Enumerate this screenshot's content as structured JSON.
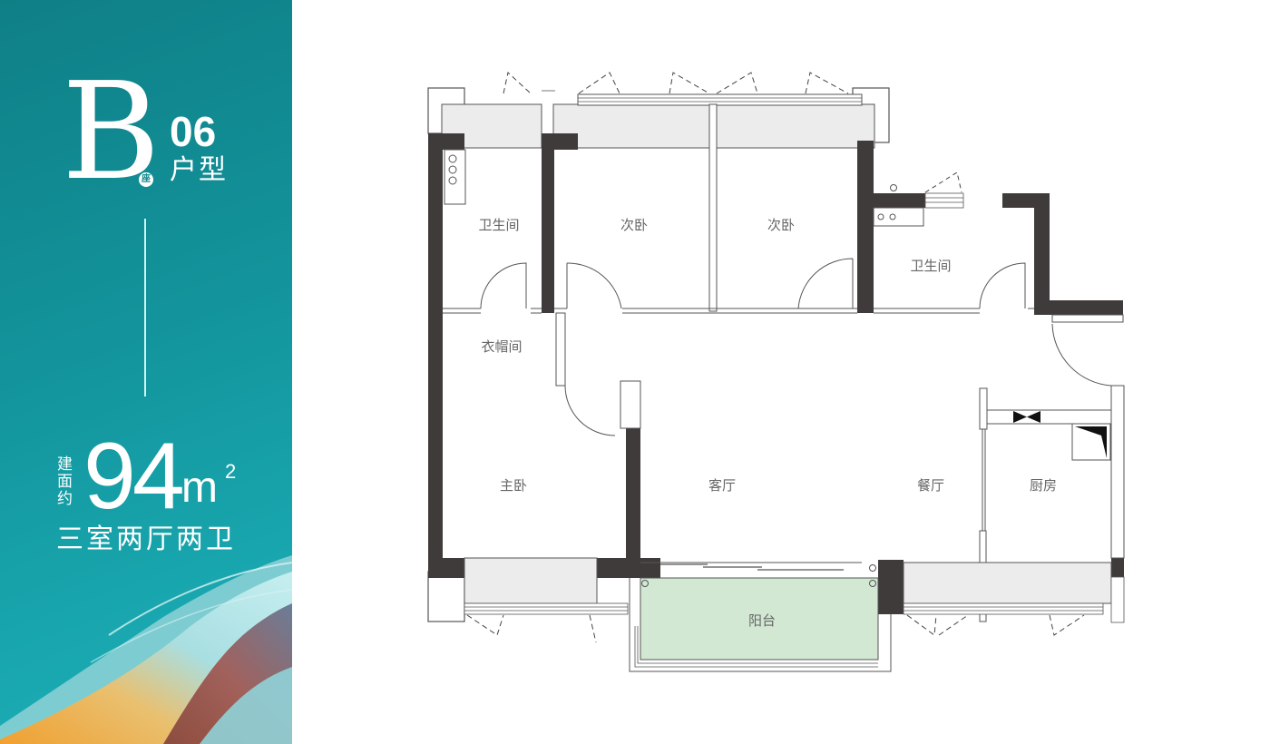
{
  "brochure": {
    "building": "B",
    "building_suffix": "座",
    "unit_number": "06",
    "unit_label": "户型",
    "area_label": "建面约",
    "area_value": "94",
    "area_unit": "m",
    "area_exponent": "2",
    "layout_description": "三室两厅两卫"
  },
  "colors": {
    "panel_teal": "#13949c",
    "wall": "#3f3b3a",
    "window_sill": "#ececec",
    "balcony": "#d2e8d3",
    "label_text": "#666666"
  },
  "floor_plan": {
    "rooms": [
      {
        "id": "bathroom-1",
        "label": "卫生间"
      },
      {
        "id": "secondary-bedroom-1",
        "label": "次卧"
      },
      {
        "id": "secondary-bedroom-2",
        "label": "次卧"
      },
      {
        "id": "bathroom-2",
        "label": "卫生间"
      },
      {
        "id": "cloakroom",
        "label": "衣帽间"
      },
      {
        "id": "master-bedroom",
        "label": "主卧"
      },
      {
        "id": "living-room",
        "label": "客厅"
      },
      {
        "id": "dining-room",
        "label": "餐厅"
      },
      {
        "id": "kitchen",
        "label": "厨房"
      },
      {
        "id": "balcony",
        "label": "阳台"
      }
    ]
  }
}
